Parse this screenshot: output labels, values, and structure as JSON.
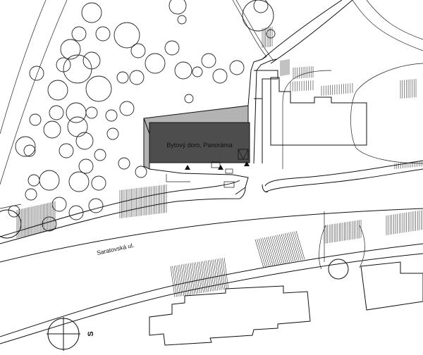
{
  "plan": {
    "building_label": "Bytový dom, Panoráma",
    "street_label": "Saratovská ul.",
    "north_arrow_label": "S",
    "colors": {
      "building_fill": "#4d4d4d",
      "building_shadow": "#b3b3b3",
      "lines": "#111111",
      "background": "#ffffff"
    }
  }
}
